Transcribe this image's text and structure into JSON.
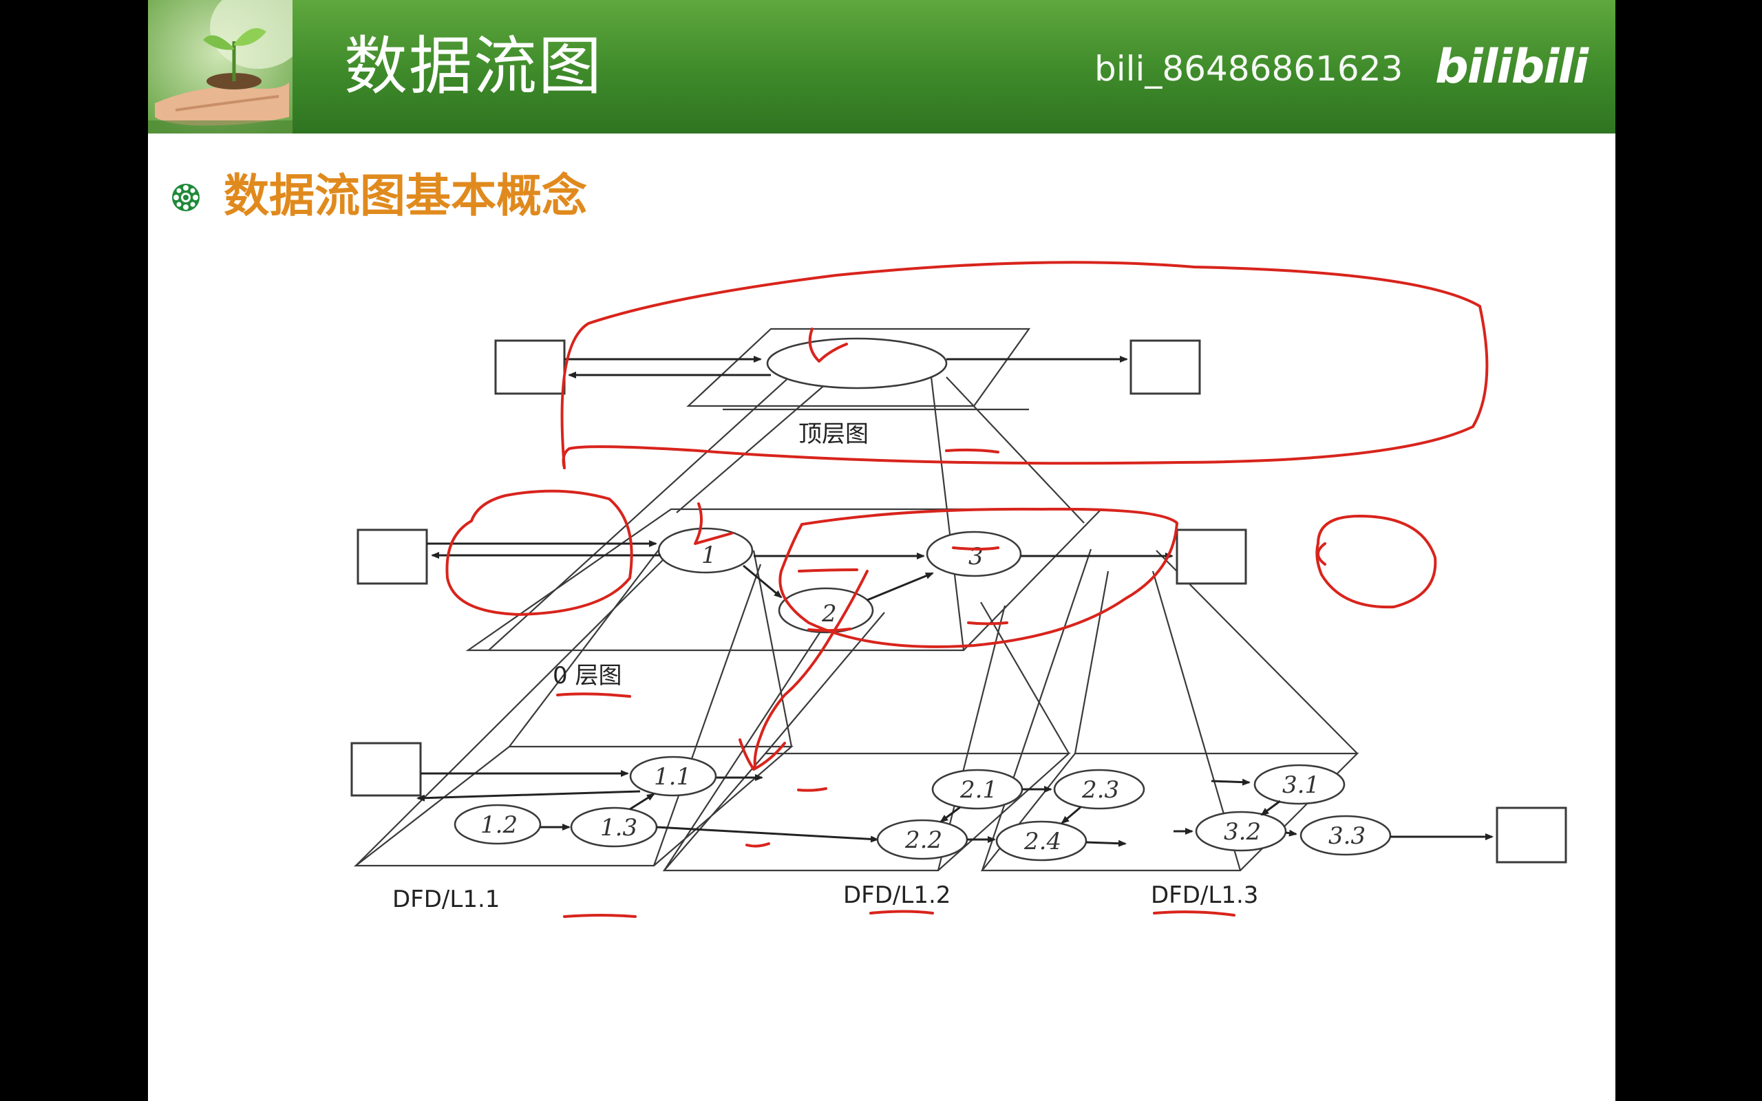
{
  "slide": {
    "title": "数据流图",
    "section_heading": "数据流图基本概念"
  },
  "watermark": {
    "user": "bili_86486861623",
    "logo": "bilibili"
  },
  "diagram": {
    "levels": {
      "top": "顶层图",
      "level0": "0 层图",
      "l11": "DFD/L1.1",
      "l12": "DFD/L1.2",
      "l13": "DFD/L1.3"
    },
    "processes": {
      "p1": "1",
      "p2": "2",
      "p3": "3",
      "p11": "1.1",
      "p12": "1.2",
      "p13": "1.3",
      "p21": "2.1",
      "p22": "2.2",
      "p23": "2.3",
      "p24": "2.4",
      "p31": "3.1",
      "p32": "3.2",
      "p33": "3.3"
    }
  },
  "colors": {
    "banner_green": "#3e8a2a",
    "heading_orange": "#e08a1e",
    "annotation_red": "#d8241c",
    "bullet_green": "#1f8a3a"
  },
  "icons": {
    "bullet": "flower-bullet-icon",
    "banner_image": "seedling-in-hands-image"
  }
}
